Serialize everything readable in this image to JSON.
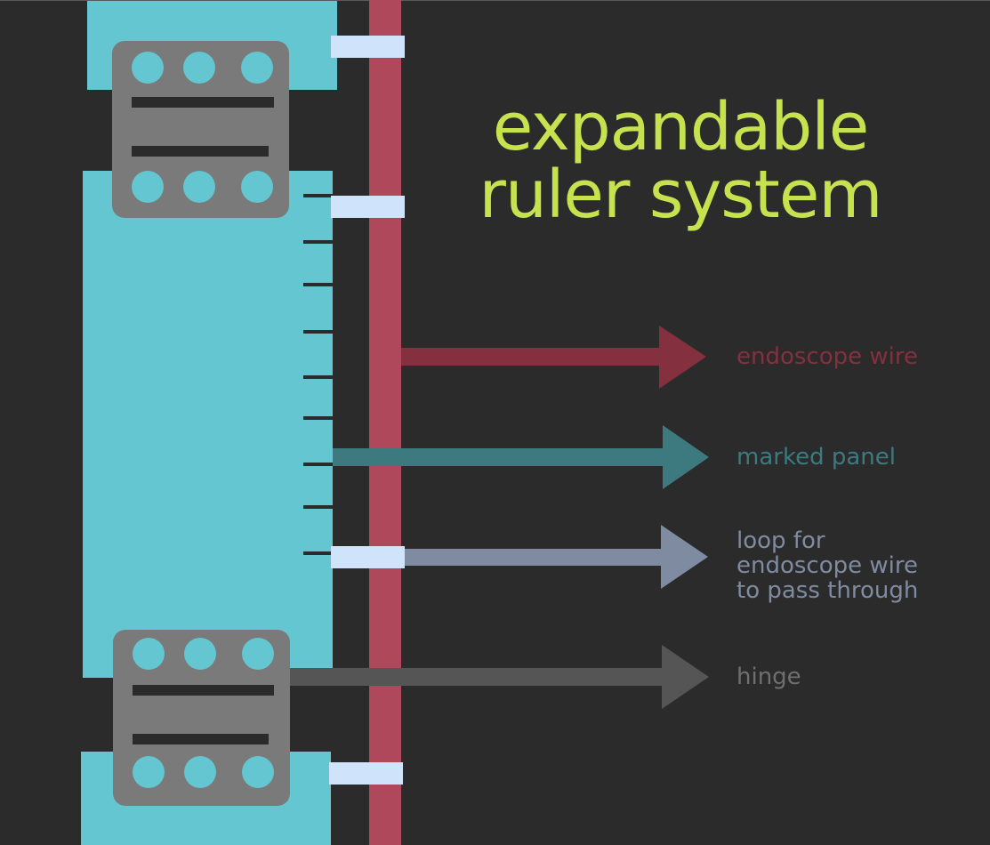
{
  "title": {
    "line1": "expandable",
    "line2": "ruler system"
  },
  "labels": {
    "endoscope_wire": "endoscope wire",
    "marked_panel": "marked panel",
    "loop": {
      "line1": "loop for",
      "line2": "endoscope wire",
      "line3": "to pass through"
    },
    "hinge": "hinge"
  },
  "colors": {
    "background": "#2b2b2b",
    "title": "#c6e24f",
    "panel": "#63c6d0",
    "tick": "#2b2b2b",
    "wire": "#b0485c",
    "wire_arrow": "#84303f",
    "panel_arrow": "#3d7a80",
    "loop": "#cfe3fb",
    "loop_arrow": "#7e8ba0",
    "hinge_body": "#7a7a7a",
    "hinge_arrow": "#555555",
    "hinge_dot": "#63c6d0",
    "hinge_bar": "#2b2b2b"
  }
}
